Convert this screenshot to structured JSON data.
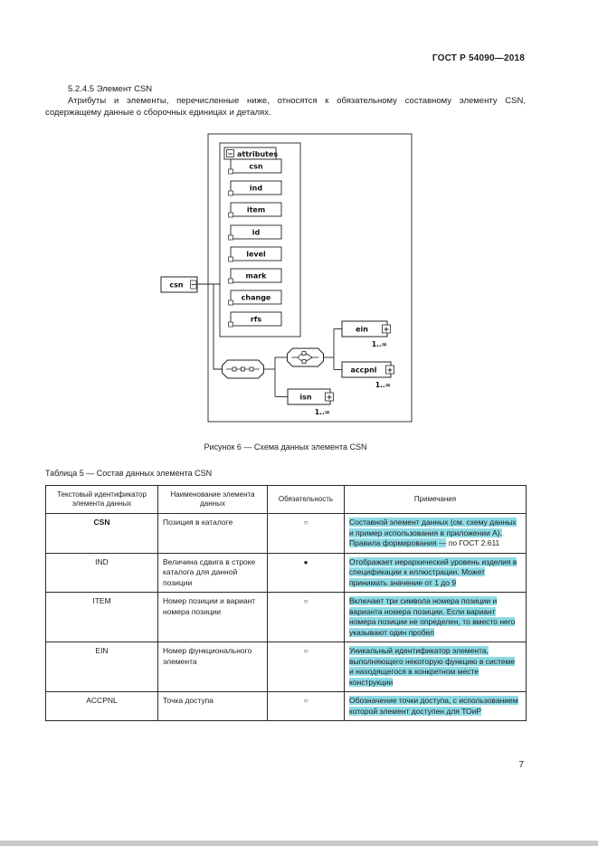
{
  "colors": {
    "highlight": "#8fdbe6",
    "edge": "#c9c9c9"
  },
  "page": {
    "header": "ГОСТ Р 54090—2018",
    "number": "7"
  },
  "section": {
    "heading": "5.2.4.5 Элемент CSN",
    "paragraph": "Атрибуты и элементы, перечисленные ниже, относятся к обязательному составному элементу CSN, содержащему данные о сборочных единицах и деталях."
  },
  "figure": {
    "caption": "Рисунок 6 — Схема данных элемента CSN",
    "root_label": "csn",
    "attributes_title": "attributes",
    "collapse_glyph": "−",
    "expand_glyph": "+",
    "attributes": [
      "csn",
      "ind",
      "item",
      "id",
      "level",
      "mark",
      "change",
      "rfs"
    ],
    "children": [
      {
        "label": "ein",
        "cardinality": "1..∞"
      },
      {
        "label": "accpnl",
        "cardinality": "1..∞"
      },
      {
        "label": "isn",
        "cardinality": "1..∞"
      }
    ]
  },
  "table": {
    "title": "Таблица 5 — Состав данных элемента CSN",
    "headers": [
      "Текстовый идентификатор элемента данных",
      "Наименование элемента данных",
      "Обязательность",
      "Примечания"
    ],
    "rows": [
      {
        "id": "CSN",
        "name": "Позиция в каталоге",
        "required": "○",
        "note_highlighted": "Составной элемент данных (см. схему данных и пример использования в приложении А). Правила формирования —",
        "note_plain": " по ГОСТ 2.611"
      },
      {
        "id": "IND",
        "name": "Величина сдвига в строке каталога для данной позиции",
        "required": "●",
        "note_highlighted": "Отображает иерархический уровень изделия в спецификации к иллюстрации. Может принимать значение от 1 до 9",
        "note_plain": ""
      },
      {
        "id": "ITEM",
        "name": "Номер позиции и вариант номера позиции",
        "required": "○",
        "note_highlighted": "Включает три символа номера позиции и варианта номера позиции. Если вариант номера позиции не определен, то вместо него указывают один пробел",
        "note_plain": ""
      },
      {
        "id": "EIN",
        "name": "Номер функционального элемента",
        "required": "○",
        "note_highlighted": "Уникальный идентификатор элемента, выполняющего некоторую функцию в системе и находящегося в конкретном месте конструкции",
        "note_plain": ""
      },
      {
        "id": "ACCPNL",
        "name": "Точка доступа",
        "required": "○",
        "note_highlighted": "Обозначение точки доступа, с использованием которой элемент доступен для ТОиР",
        "note_plain": ""
      }
    ]
  }
}
